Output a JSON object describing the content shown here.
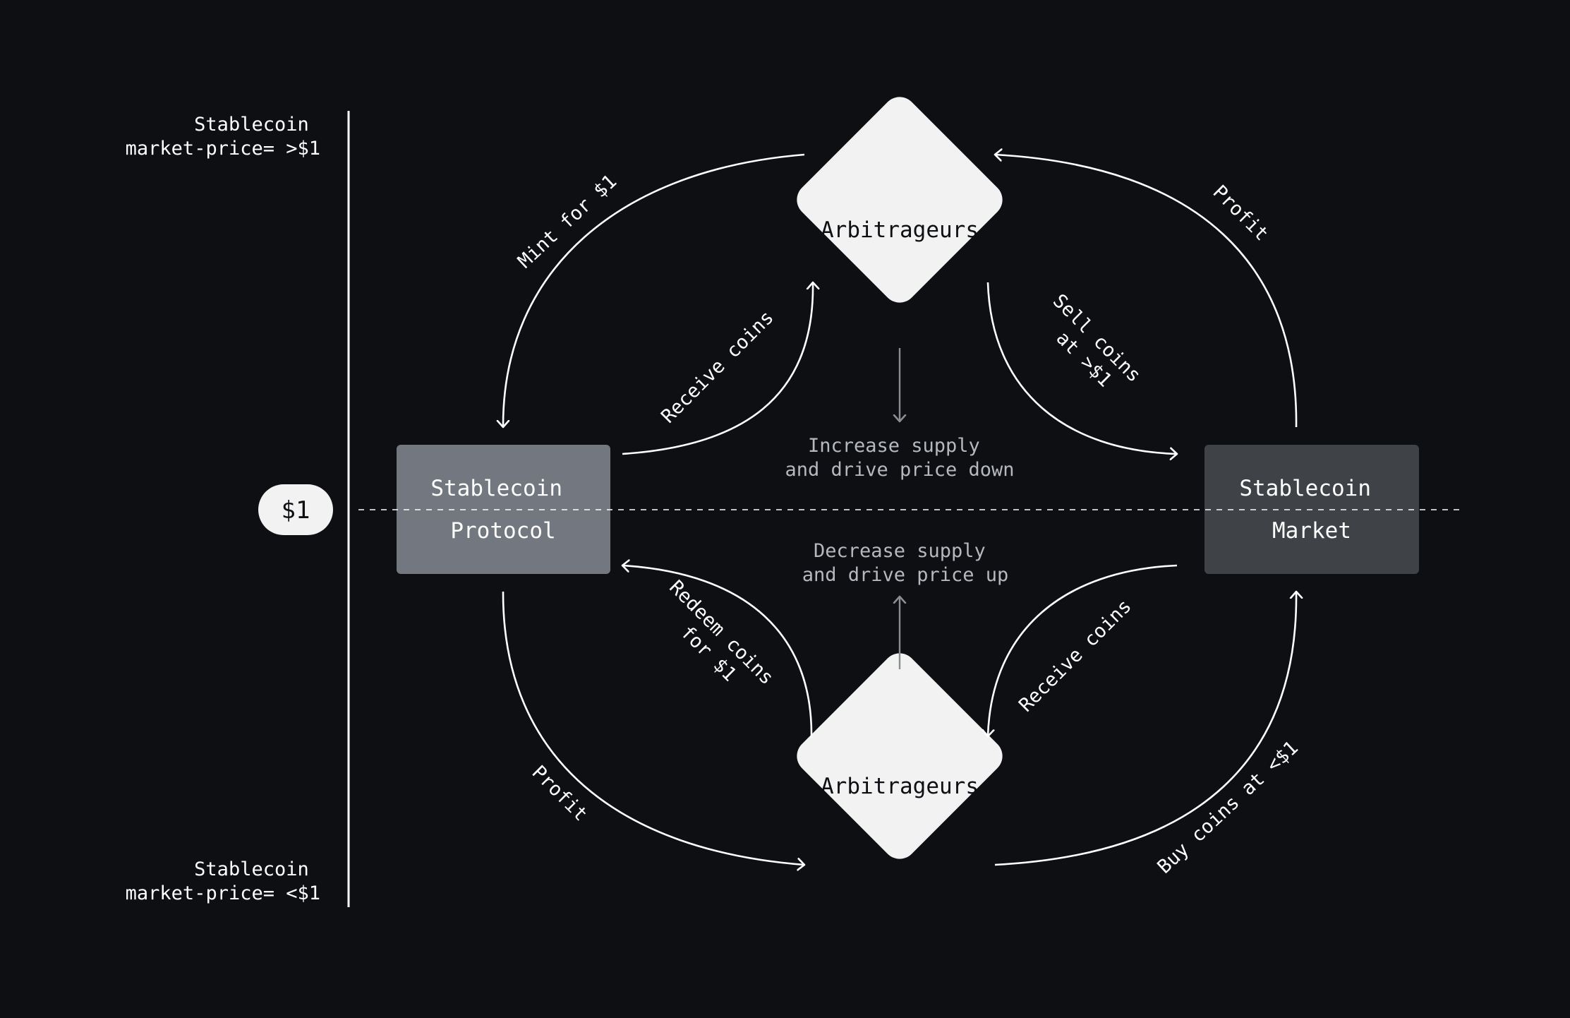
{
  "axis": {
    "top_label": [
      "Stablecoin",
      "market-price= >$1"
    ],
    "bottom_label": [
      "Stablecoin",
      "market-price= <$1"
    ],
    "peg_label": "$1"
  },
  "nodes": {
    "arb_top": "Arbitrageurs",
    "arb_bottom": "Arbitrageurs",
    "protocol": [
      "Stablecoin",
      "Protocol"
    ],
    "market": [
      "Stablecoin",
      "Market"
    ]
  },
  "center": {
    "increase": [
      "Increase supply",
      "and drive price down"
    ],
    "decrease": [
      "Decrease supply",
      "and drive price up"
    ]
  },
  "arrows": {
    "mint": "Mint for $1",
    "receive_top": "Receive coins",
    "profit_top": "Profit",
    "sell": [
      "Sell coins",
      "at >$1"
    ],
    "redeem": [
      "Redeem coins",
      "for $1"
    ],
    "profit_bottom": "Profit",
    "receive_bottom": "Receive coins",
    "buy": "Buy coins at <$1"
  },
  "colors": {
    "background": "#0d0f13",
    "diamond": "#f1f2f1",
    "protocol_box": "#737780",
    "market_box": "#3f4247",
    "line": "#ffffff",
    "muted_text": "#b5b8bd",
    "muted_arrow": "#8a8d92"
  }
}
